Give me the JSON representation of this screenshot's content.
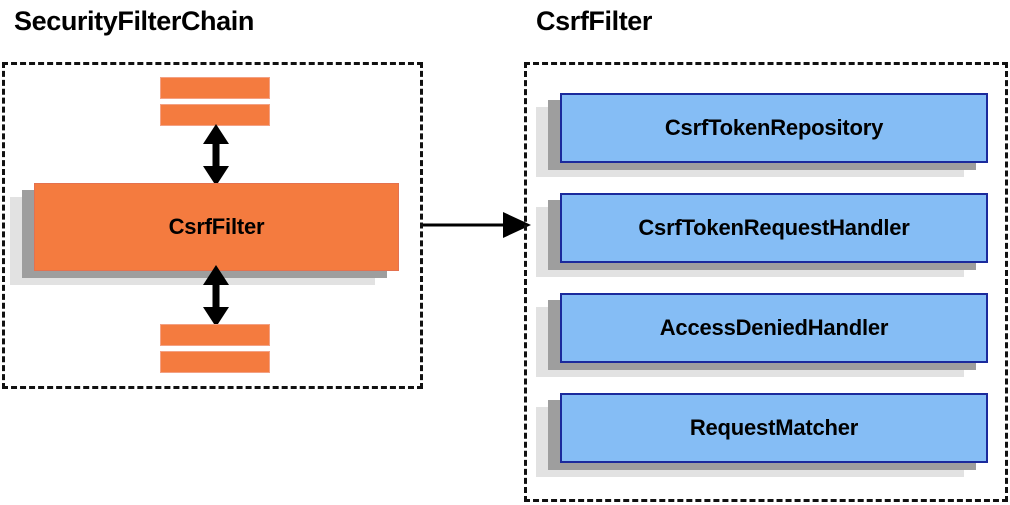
{
  "diagram": {
    "panels": [
      {
        "id": "security-filter-chain",
        "title": "SecurityFilterChain",
        "filter_label": "CsrfFilter",
        "bars_above": 2,
        "bars_below": 2
      },
      {
        "id": "csrf-filter",
        "title": "CsrfFilter",
        "components": [
          {
            "label": "CsrfTokenRepository"
          },
          {
            "label": "CsrfTokenRequestHandler"
          },
          {
            "label": "AccessDeniedHandler"
          },
          {
            "label": "RequestMatcher"
          }
        ]
      }
    ],
    "connectors": {
      "chain_to_filter": "arrow-right",
      "above_filter": "arrow-up-down",
      "below_filter": "arrow-up-down"
    },
    "colors": {
      "orange_fill": "#f47b3f",
      "orange_border": "#e4714f",
      "blue_fill": "#85bdf5",
      "blue_border": "#1b2a9c",
      "shadow_near": "#9e9e9e",
      "shadow_far": "#e2e2e2",
      "panel_border": "#111111",
      "text": "#000000",
      "background": "#ffffff"
    }
  }
}
